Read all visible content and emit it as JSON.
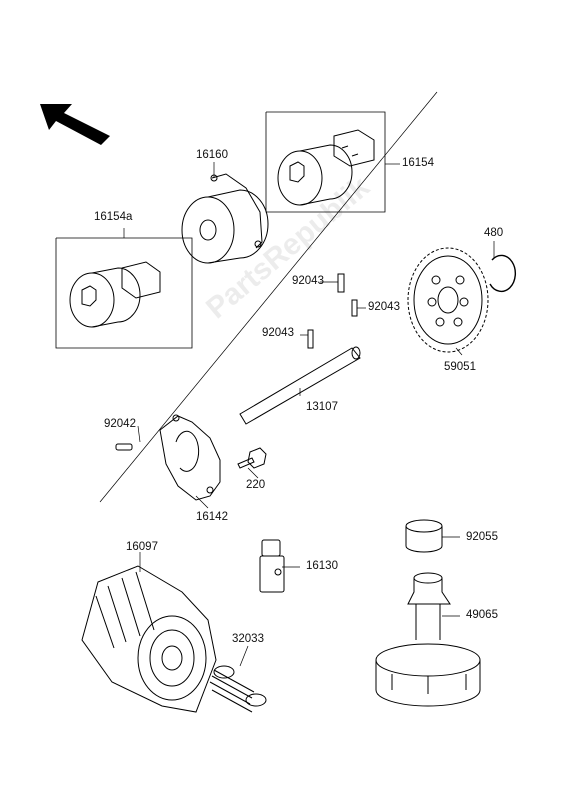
{
  "watermark": "PartsRepublik",
  "parts": {
    "p16160": "16160",
    "p16154": "16154",
    "p16154a": "16154a",
    "p480": "480",
    "p92043_top": "92043",
    "p92043_right": "92043",
    "p92043_left": "92043",
    "p59051": "59051",
    "p13107": "13107",
    "p92042": "92042",
    "p220": "220",
    "p16142": "16142",
    "p16097": "16097",
    "p16130": "16130",
    "p92055": "92055",
    "p32033": "32033",
    "p49065": "49065"
  },
  "icons": {
    "direction_arrow": "front-direction-arrow-icon"
  }
}
